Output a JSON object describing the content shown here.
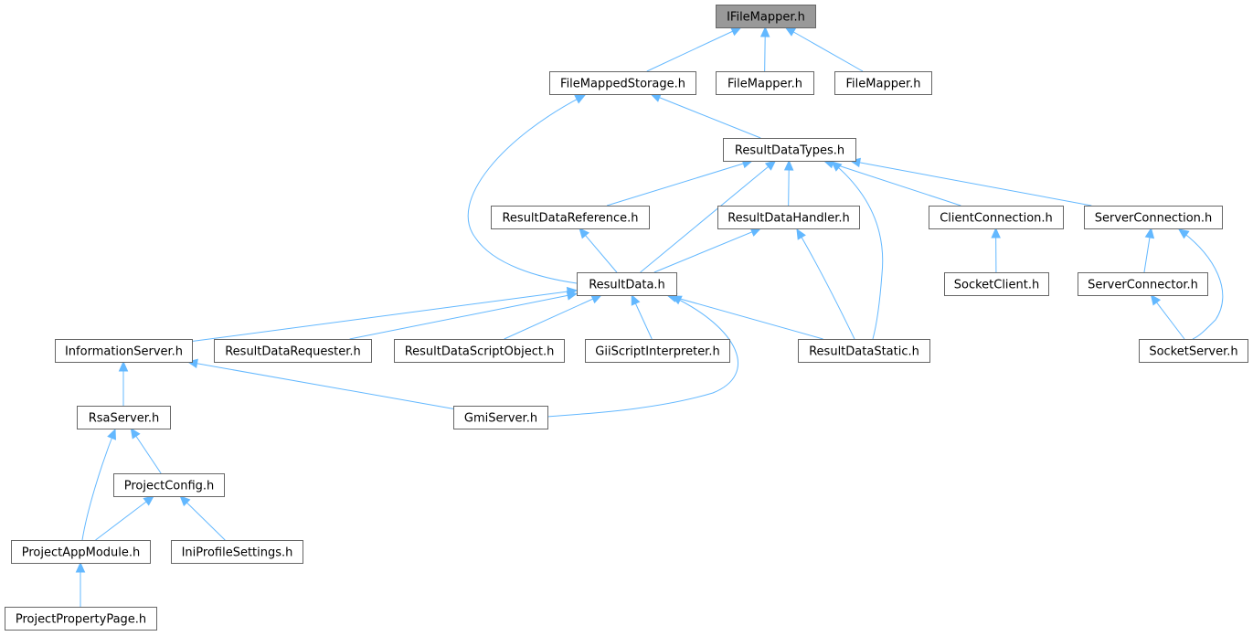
{
  "diagram": {
    "colors": {
      "edge": "#63b8ff",
      "node_border": "#666666",
      "root_fill": "#999999",
      "node_fill": "#ffffff"
    },
    "nodes": [
      {
        "id": "ifilemapper",
        "label": "IFileMapper.h",
        "root": true
      },
      {
        "id": "filemappedstorage",
        "label": "FileMappedStorage.h"
      },
      {
        "id": "filemapper1",
        "label": "FileMapper.h"
      },
      {
        "id": "filemapper2",
        "label": "FileMapper.h"
      },
      {
        "id": "resultdatatypes",
        "label": "ResultDataTypes.h"
      },
      {
        "id": "resultdatareference",
        "label": "ResultDataReference.h"
      },
      {
        "id": "resultdatahandler",
        "label": "ResultDataHandler.h"
      },
      {
        "id": "clientconnection",
        "label": "ClientConnection.h"
      },
      {
        "id": "serverconnection",
        "label": "ServerConnection.h"
      },
      {
        "id": "resultdata",
        "label": "ResultData.h"
      },
      {
        "id": "socketclient",
        "label": "SocketClient.h"
      },
      {
        "id": "serverconnector",
        "label": "ServerConnector.h"
      },
      {
        "id": "informationserver",
        "label": "InformationServer.h"
      },
      {
        "id": "resultdatarequester",
        "label": "ResultDataRequester.h"
      },
      {
        "id": "resultdatascriptobject",
        "label": "ResultDataScriptObject.h"
      },
      {
        "id": "giiscriptinterpreter",
        "label": "GiiScriptInterpreter.h"
      },
      {
        "id": "resultdatastatic",
        "label": "ResultDataStatic.h"
      },
      {
        "id": "socketserver",
        "label": "SocketServer.h"
      },
      {
        "id": "rsaserver",
        "label": "RsaServer.h"
      },
      {
        "id": "gmiserver",
        "label": "GmiServer.h"
      },
      {
        "id": "projectconfig",
        "label": "ProjectConfig.h"
      },
      {
        "id": "projectappmodule",
        "label": "ProjectAppModule.h"
      },
      {
        "id": "iniprofilesettings",
        "label": "IniProfileSettings.h"
      },
      {
        "id": "projectpropertypage",
        "label": "ProjectPropertyPage.h"
      }
    ],
    "edges": [
      {
        "from": "ifilemapper",
        "to": "filemappedstorage"
      },
      {
        "from": "ifilemapper",
        "to": "filemapper1"
      },
      {
        "from": "ifilemapper",
        "to": "filemapper2"
      },
      {
        "from": "filemappedstorage",
        "to": "resultdatatypes"
      },
      {
        "from": "filemappedstorage",
        "to": "resultdata"
      },
      {
        "from": "resultdatatypes",
        "to": "resultdatareference"
      },
      {
        "from": "resultdatatypes",
        "to": "resultdatahandler"
      },
      {
        "from": "resultdatatypes",
        "to": "clientconnection"
      },
      {
        "from": "resultdatatypes",
        "to": "serverconnection"
      },
      {
        "from": "resultdatatypes",
        "to": "resultdata"
      },
      {
        "from": "resultdatatypes",
        "to": "resultdatastatic"
      },
      {
        "from": "resultdatareference",
        "to": "resultdata"
      },
      {
        "from": "resultdatahandler",
        "to": "resultdata"
      },
      {
        "from": "resultdatahandler",
        "to": "resultdatastatic"
      },
      {
        "from": "clientconnection",
        "to": "socketclient"
      },
      {
        "from": "serverconnection",
        "to": "serverconnector"
      },
      {
        "from": "serverconnection",
        "to": "socketserver"
      },
      {
        "from": "serverconnector",
        "to": "socketserver"
      },
      {
        "from": "resultdata",
        "to": "informationserver"
      },
      {
        "from": "resultdata",
        "to": "resultdatarequester"
      },
      {
        "from": "resultdata",
        "to": "resultdatascriptobject"
      },
      {
        "from": "resultdata",
        "to": "giiscriptinterpreter"
      },
      {
        "from": "resultdata",
        "to": "resultdatastatic"
      },
      {
        "from": "resultdata",
        "to": "gmiserver"
      },
      {
        "from": "informationserver",
        "to": "rsaserver"
      },
      {
        "from": "informationserver",
        "to": "gmiserver"
      },
      {
        "from": "rsaserver",
        "to": "projectconfig"
      },
      {
        "from": "rsaserver",
        "to": "projectappmodule"
      },
      {
        "from": "projectconfig",
        "to": "projectappmodule"
      },
      {
        "from": "projectconfig",
        "to": "iniprofilesettings"
      },
      {
        "from": "projectappmodule",
        "to": "projectpropertypage"
      }
    ]
  }
}
